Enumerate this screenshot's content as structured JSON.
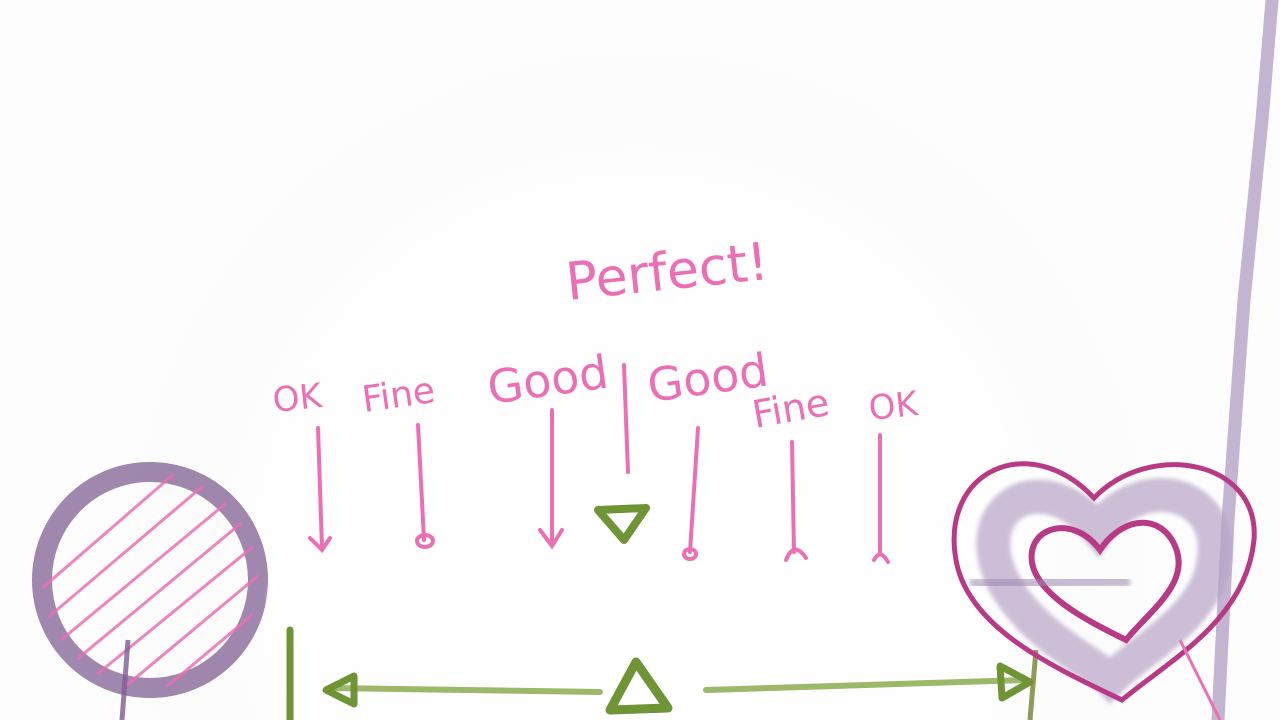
{
  "sketch": {
    "labels": {
      "perfect": "Perfect!",
      "ok_left": "OK",
      "fine_left": "Fine",
      "good_left": "Good",
      "good_right": "Good",
      "fine_right": "Fine",
      "ok_right": "OK"
    }
  },
  "colors": {
    "pink": "#ec6fb6",
    "magenta": "#b83a86",
    "purple": "#7f5f91",
    "lavender": "#b9a7c9",
    "green": "#6f9436",
    "light_green": "#9cb86a",
    "background": "#fdfdfd"
  }
}
